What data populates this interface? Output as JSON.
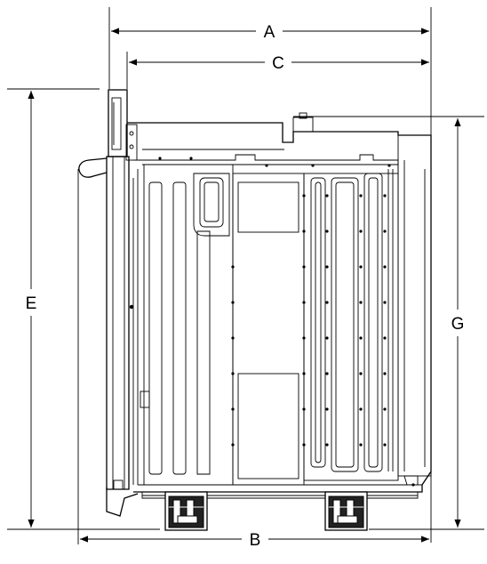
{
  "dimensions": [
    {
      "id": "A",
      "label": "A"
    },
    {
      "id": "C",
      "label": "C"
    },
    {
      "id": "E",
      "label": "E"
    },
    {
      "id": "G",
      "label": "G"
    },
    {
      "id": "B",
      "label": "B"
    }
  ],
  "colors": {
    "ink": "#000000",
    "background": "#ffffff"
  }
}
